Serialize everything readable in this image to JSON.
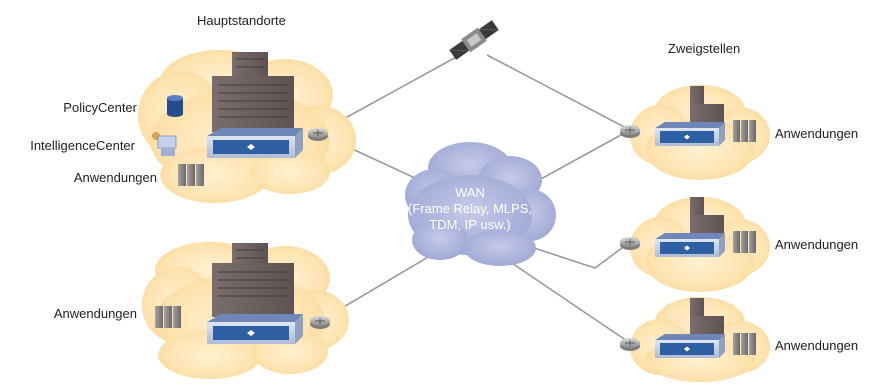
{
  "labels": {
    "main_sites": "Hauptstandorte",
    "branches": "Zweigstellen",
    "policy_center": "PolicyCenter",
    "intelligence_center": "IntelligenceCenter",
    "applications": "Anwendungen"
  },
  "wan": {
    "title": "WAN",
    "line1": "(Frame Relay, MLPS,",
    "line2": "TDM, IP usw.)"
  },
  "colors": {
    "cloud_site": "#fde4b2",
    "cloud_wan": "#a9b0d8",
    "building": "#6f6262",
    "appliance": "#2f5fa3",
    "router": "#8a8a8a",
    "link": "#9a9a9a",
    "text": "#222222"
  },
  "icons": {
    "satellite": "satellite-icon",
    "router": "router-icon",
    "building": "building-icon",
    "appliance": "network-appliance-icon",
    "server": "server-rack-icon",
    "database": "database-icon",
    "workstation": "workstation-icon"
  }
}
